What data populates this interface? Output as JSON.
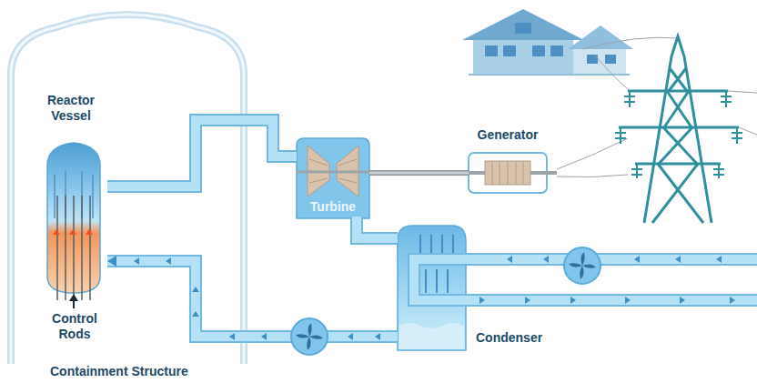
{
  "diagram": {
    "nodes": [
      {
        "text": [
          "Containment Structure"
        ]
      },
      {
        "text": [
          "Reactor Vessel"
        ],
        "in": 0
      },
      {
        "text": [
          "Turbine"
        ]
      },
      {
        "text": [
          "Generator"
        ]
      },
      {
        "text": [
          "Condenser"
        ]
      }
    ],
    "edges": [
      {
        "from": 1,
        "to": 2,
        "arrow": "none"
      },
      {
        "from": 2,
        "to": 3,
        "arrow": "none"
      },
      {
        "from": 2,
        "to": 4,
        "arrow": "none"
      },
      {
        "from": 4,
        "to": 1,
        "arrow": "to"
      }
    ],
    "labels": [
      "Control Rods"
    ]
  }
}
